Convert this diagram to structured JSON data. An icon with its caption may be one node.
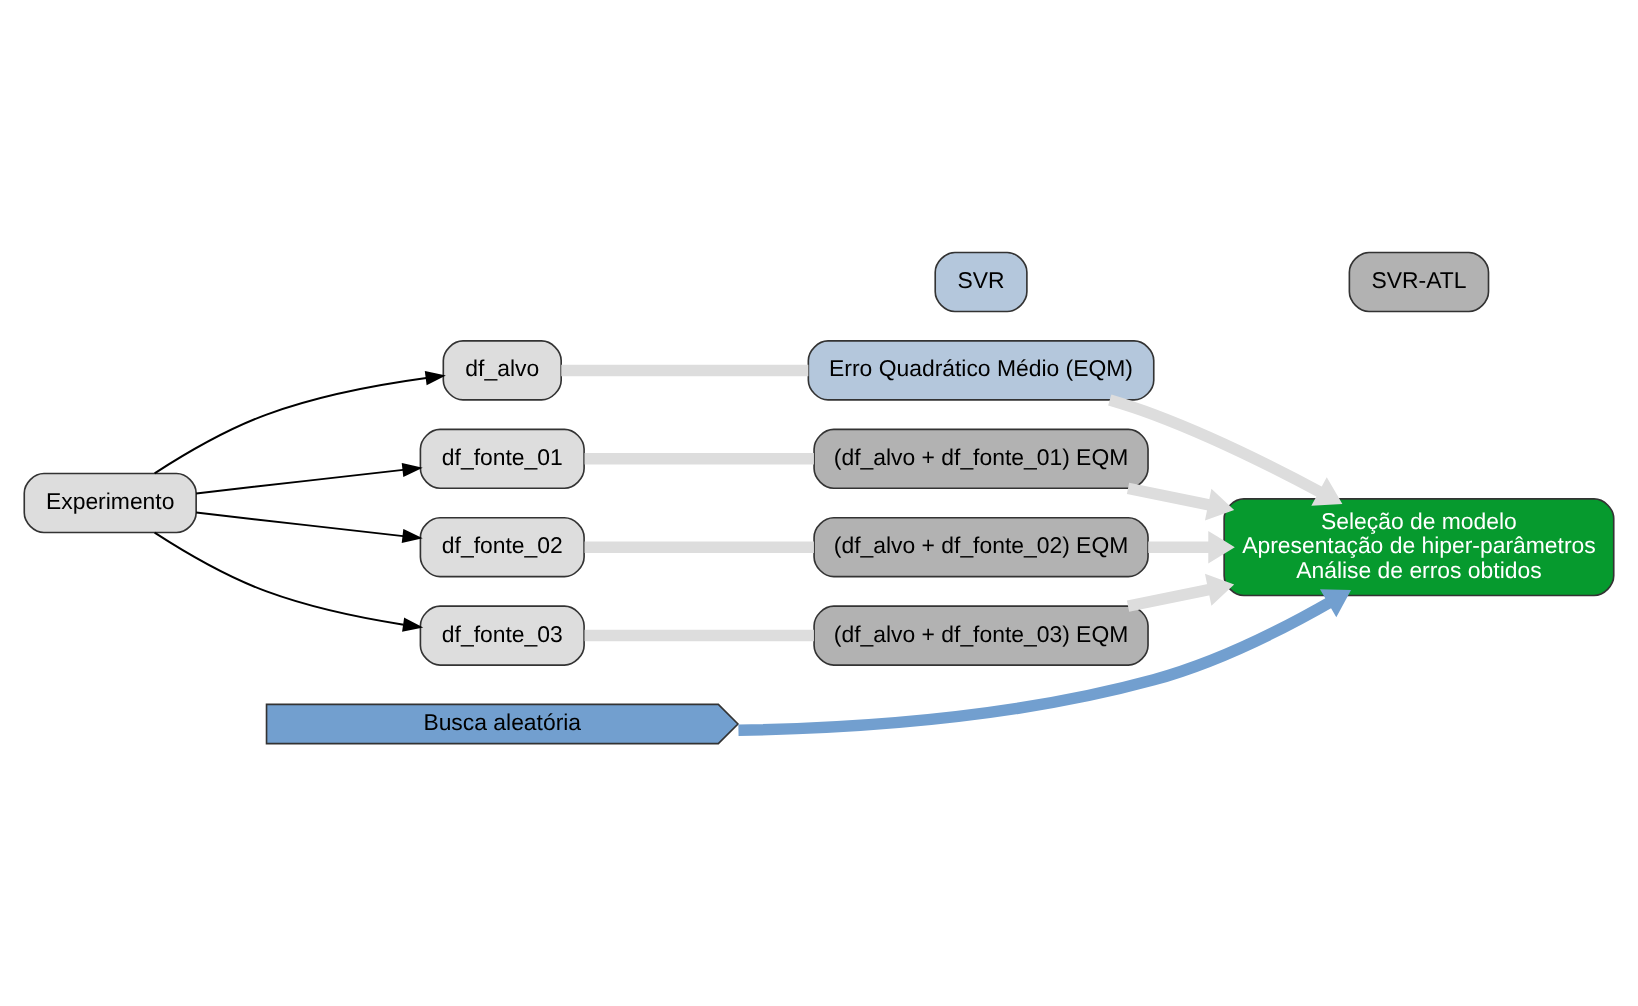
{
  "diagram": {
    "nodes": [
      {
        "text": [
          "Experimento"
        ]
      },
      {
        "text": [
          "df_alvo"
        ]
      },
      {
        "text": [
          "df_fonte_01"
        ]
      },
      {
        "text": [
          "df_fonte_02"
        ]
      },
      {
        "text": [
          "df_fonte_03"
        ]
      },
      {
        "text": [
          "SVR"
        ]
      },
      {
        "text": [
          "SVR-ATL"
        ]
      },
      {
        "text": [
          "Erro Quadrático Médio (EQM)"
        ]
      },
      {
        "text": [
          "(df_alvo + df_fonte_01) EQM"
        ]
      },
      {
        "text": [
          "(df_alvo + df_fonte_02) EQM"
        ]
      },
      {
        "text": [
          "(df_alvo + df_fonte_03) EQM"
        ]
      },
      {
        "text": [
          "Seleção de modelo",
          "Apresentação de hiper-parâmetros",
          "Análise de erros obtidos"
        ]
      },
      {
        "text": [
          "Busca aleatória"
        ]
      }
    ],
    "edges": [
      {
        "from": 0,
        "to": 1,
        "arrow": "to",
        "color": "#000000"
      },
      {
        "from": 0,
        "to": 2,
        "arrow": "to",
        "color": "#000000"
      },
      {
        "from": 0,
        "to": 3,
        "arrow": "to",
        "color": "#000000"
      },
      {
        "from": 0,
        "to": 4,
        "arrow": "to",
        "color": "#000000"
      },
      {
        "from": 1,
        "to": 7,
        "arrow": "none"
      },
      {
        "from": 7,
        "to": 11,
        "arrow": "to"
      },
      {
        "from": 2,
        "to": 8,
        "arrow": "none"
      },
      {
        "from": 8,
        "to": 11,
        "arrow": "to"
      },
      {
        "from": 3,
        "to": 9,
        "arrow": "none"
      },
      {
        "from": 9,
        "to": 11,
        "arrow": "to"
      },
      {
        "from": 4,
        "to": 10,
        "arrow": "none"
      },
      {
        "from": 10,
        "to": 11,
        "arrow": "to"
      },
      {
        "from": 12,
        "to": 11,
        "arrow": "to",
        "color": "#729fcf"
      }
    ]
  }
}
